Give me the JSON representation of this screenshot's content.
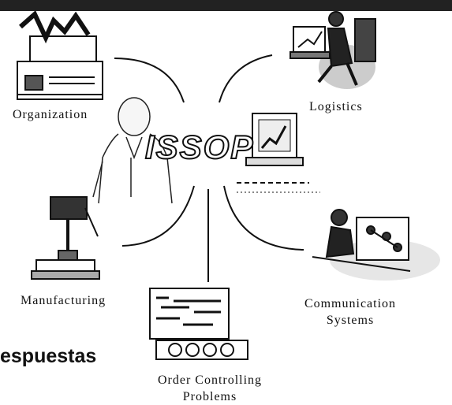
{
  "center": {
    "title": "ISSOP"
  },
  "nodes": [
    {
      "id": "organization",
      "label": "Organization"
    },
    {
      "id": "logistics",
      "label": "Logistics"
    },
    {
      "id": "manufacturing",
      "label": "Manufacturing"
    },
    {
      "id": "communication",
      "label": "Communication Systems"
    },
    {
      "id": "order",
      "label": "Order Controlling Problems"
    }
  ],
  "side_text": "espuestas"
}
